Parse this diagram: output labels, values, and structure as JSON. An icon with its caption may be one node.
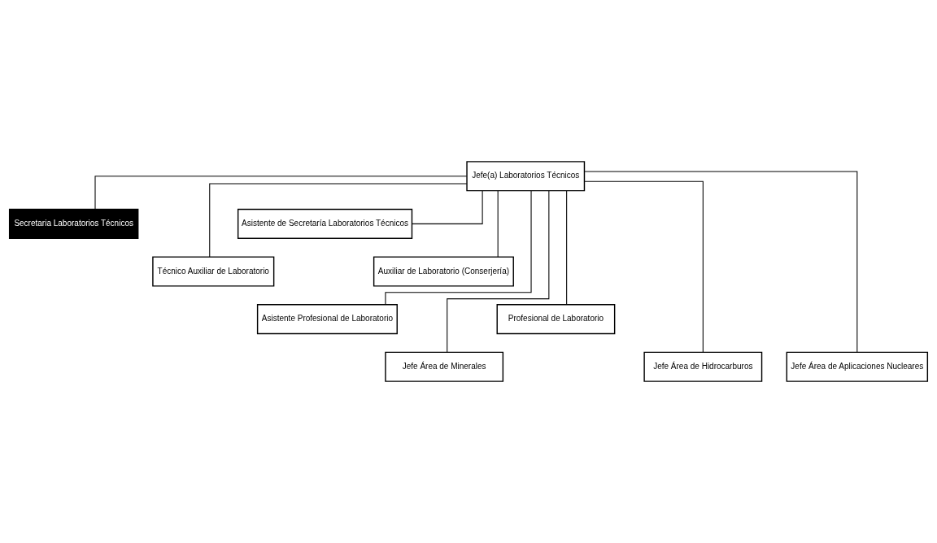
{
  "diagram": {
    "nodes": [
      {
        "text": [
          "Jefe(a) Laboratorios Técnicos"
        ]
      },
      {
        "text": [
          "Secretaria Laboratorios Técnicos"
        ]
      },
      {
        "text": [
          "Asistente de Secretaría Laboratorios Técnicos"
        ]
      },
      {
        "text": [
          "Técnico Auxiliar de Laboratorio"
        ]
      },
      {
        "text": [
          "Auxiliar de Laboratorio (Conserjería)"
        ]
      },
      {
        "text": [
          "Asistente Profesional de Laboratorio"
        ]
      },
      {
        "text": [
          "Profesional de Laboratorio"
        ]
      },
      {
        "text": [
          "Jefe Área de Minerales"
        ]
      },
      {
        "text": [
          "Jefe Área de Hidrocarburos"
        ]
      },
      {
        "text": [
          "Jefe Área de Aplicaciones Nucleares"
        ]
      }
    ],
    "edges": [
      {
        "from": 0,
        "to": 1,
        "arrow": "none"
      },
      {
        "from": 0,
        "to": 2,
        "arrow": "none"
      },
      {
        "from": 0,
        "to": 3,
        "arrow": "none"
      },
      {
        "from": 0,
        "to": 4,
        "arrow": "none"
      },
      {
        "from": 0,
        "to": 5,
        "arrow": "none"
      },
      {
        "from": 0,
        "to": 6,
        "arrow": "none"
      },
      {
        "from": 0,
        "to": 7,
        "arrow": "none"
      },
      {
        "from": 0,
        "to": 8,
        "arrow": "none"
      },
      {
        "from": 0,
        "to": 9,
        "arrow": "none"
      }
    ]
  }
}
